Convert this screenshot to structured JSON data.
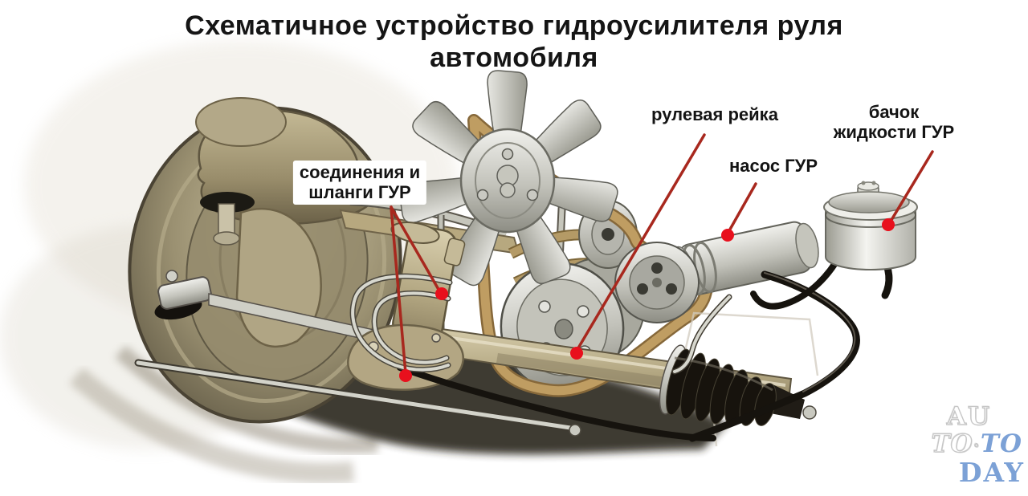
{
  "title": {
    "line1": "Схематичное устройство гидроусилителя руля",
    "line2": "автомобиля"
  },
  "labels": {
    "hoses": {
      "line1": "соединения и",
      "line2": "шланги ГУР"
    },
    "rack": "рулевая рейка",
    "pump": "насос ГУР",
    "reservoir": {
      "line1": "бачок",
      "line2": "жидкости ГУР"
    }
  },
  "watermark": {
    "word1": "AU",
    "word2": "TO",
    "separator": "◦",
    "word3": "TO",
    "word4": "DAY"
  },
  "colors": {
    "arrow_line": "#a8281e",
    "arrow_dot": "#e8101d",
    "watermark_blue": "#7ca1d6",
    "title_text": "#151515",
    "belt_tan": "#bf9d62",
    "rack_khaki": "#a59872"
  }
}
